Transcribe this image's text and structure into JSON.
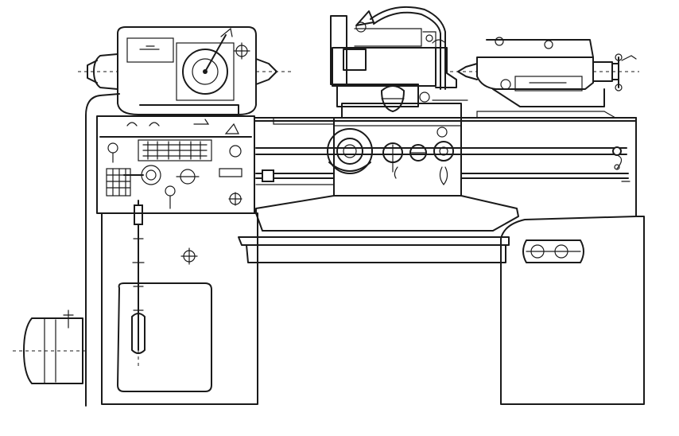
{
  "figure": {
    "kind": "lathe-line-drawing",
    "colors": {
      "ink": "#1a1a1a",
      "background": "#ffffff"
    },
    "parts": [
      "headstock",
      "spindle",
      "tailstock",
      "tailstock-handwheel",
      "bed",
      "lead-screw",
      "feed-rod",
      "control-rod",
      "quick-change-gearbox",
      "apron",
      "apron-handwheel",
      "carriage",
      "compound-rest",
      "tool-post",
      "work-lamp",
      "left-pedestal",
      "right-pedestal",
      "chip-tray",
      "electric-motor",
      "control-lever",
      "switch-panel"
    ]
  }
}
